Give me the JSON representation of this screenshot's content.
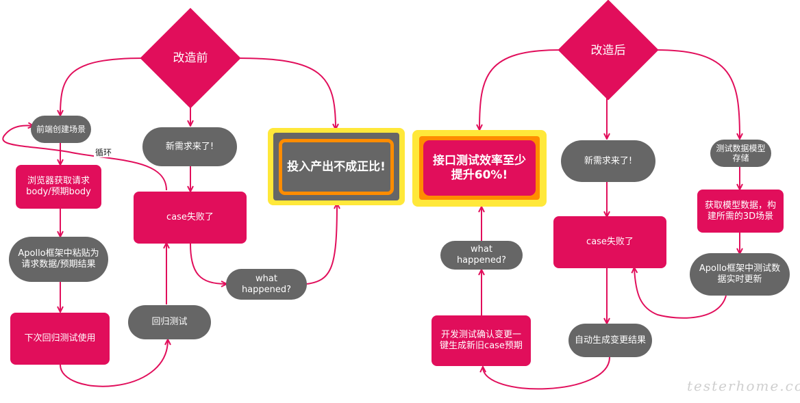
{
  "before": {
    "title": "改造前",
    "create_scene": "前端创建场景",
    "browser_fetch": "浏览器获取请求body/预期body",
    "apollo_paste": "Apollo框架中粘贴为请求数据/预期结果",
    "next_regression": "下次回归测试使用",
    "loop_label": "循环",
    "new_requirement": "新需求来了!",
    "case_failed": "case失败了",
    "regression": "回归测试",
    "what_happened": "what happened?",
    "callout": "投入产出不成正比!"
  },
  "after": {
    "title": "改造后",
    "callout": "接口测试效率至少提升60%!",
    "what_happened": "what happened?",
    "dev_confirm": "开发测试确认变更一键生成新旧case预期",
    "new_requirement": "新需求来了!",
    "case_failed": "case失败了",
    "auto_generate": "自动生成变更结果",
    "model_store": "测试数据模型存储",
    "fetch_model": "获取模型数据，构建所需的3D场景",
    "apollo_update": "Apollo框架中测试数据实时更新"
  },
  "watermark": "testerhome.com",
  "colors": {
    "magenta": "#e10e5b",
    "gray": "#666666",
    "yellow": "#ffe83a",
    "orange": "#ff8c00"
  }
}
